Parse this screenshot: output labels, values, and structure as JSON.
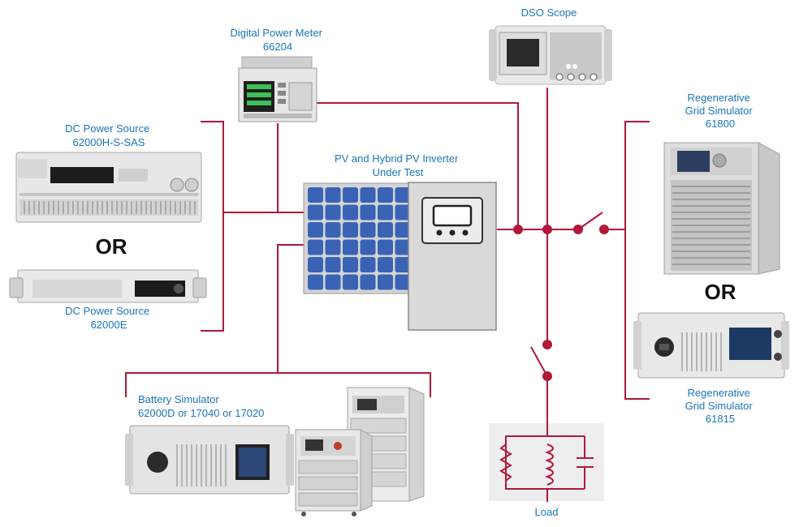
{
  "colors": {
    "wire": "#b0183a",
    "label": "#1a75b8",
    "device_body": "#e4e4e4",
    "device_dark": "#2b2b2b",
    "solar_cell": "#3a63b5",
    "inverter_body": "#d9d9d9",
    "load_box": "#eeeeee"
  },
  "labels": {
    "scope": [
      "DSO Scope"
    ],
    "power_meter": [
      "Digital Power Meter",
      "66204"
    ],
    "dc_source_sas": [
      "DC Power Source",
      "62000H-S-SAS"
    ],
    "dc_source_e": [
      "DC Power Source",
      "62000E"
    ],
    "inverter": [
      "PV and Hybrid PV Inverter",
      "Under Test"
    ],
    "grid_61800": [
      "Regenerative",
      "Grid Simulator",
      "61800"
    ],
    "grid_61815": [
      "Regenerative",
      "Grid Simulator",
      "61815"
    ],
    "battery": [
      "Battery Simulator",
      "62000D or 17040 or 17020"
    ],
    "load": [
      "Load"
    ]
  },
  "or_text": [
    "OR",
    "OR"
  ],
  "icons": {
    "scope": "oscilloscope-icon",
    "power_meter": "power-meter-icon",
    "dc_source_sas": "dc-power-source-icon",
    "dc_source_e": "dc-power-source-icon",
    "solar_panel": "solar-panel-icon",
    "inverter": "inverter-icon",
    "grid_61800": "grid-simulator-cabinet-icon",
    "grid_61815": "grid-simulator-icon",
    "battery": "battery-simulator-icon",
    "load": "rlc-load-icon",
    "switch": "switch-icon"
  }
}
